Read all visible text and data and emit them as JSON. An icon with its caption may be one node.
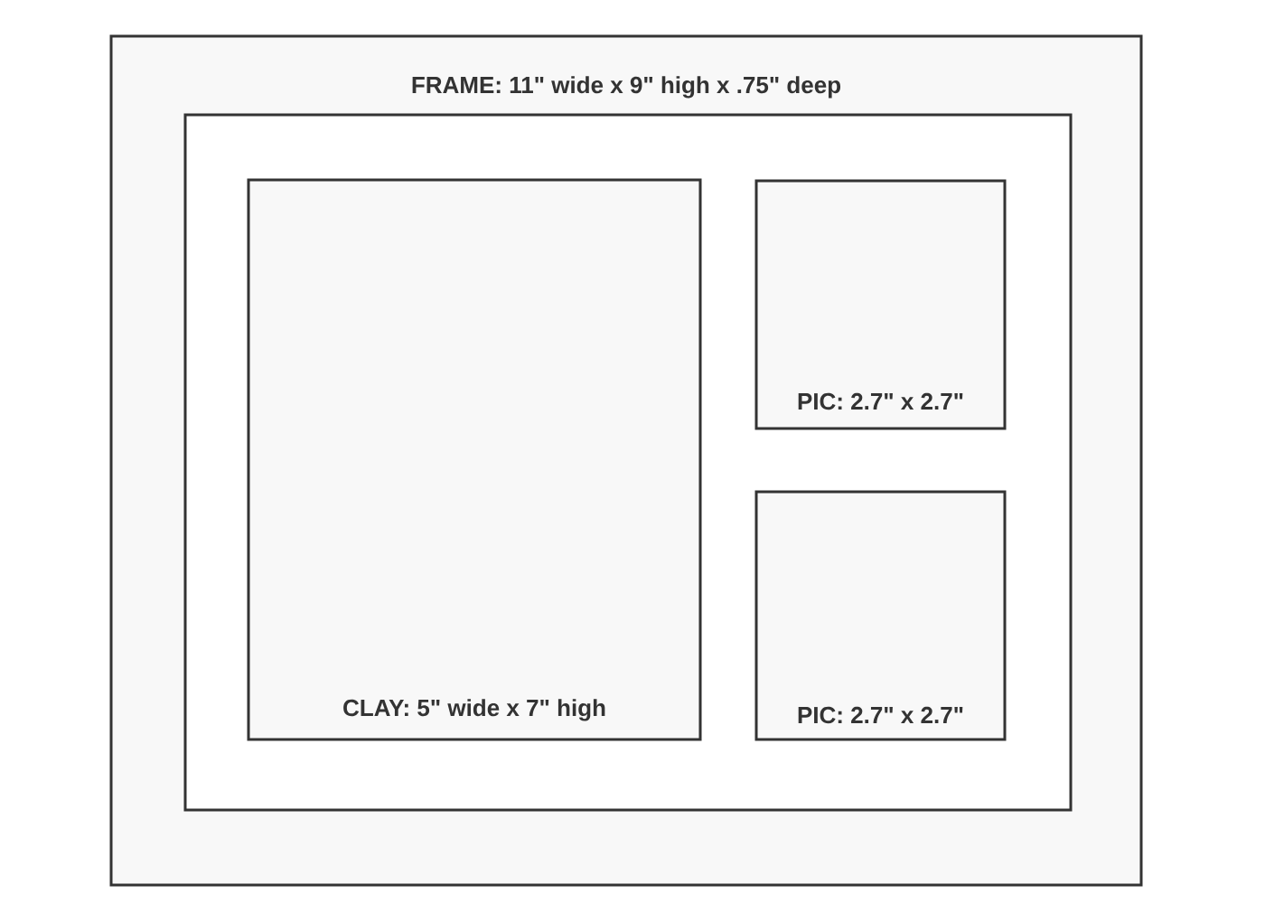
{
  "diagram": {
    "nodes": [
      {
        "text": [
          "FRAME: 11\" wide x 9\" high x .75\" deep"
        ]
      },
      {
        "text": [],
        "shape": "box",
        "in": 0
      },
      {
        "text": [
          "CLAY: 5\" wide x 7\" high"
        ],
        "in": 1
      },
      {
        "text": [
          "PIC: 2.7\" x 2.7\""
        ],
        "in": 1
      },
      {
        "text": [
          "PIC: 2.7\" x 2.7\""
        ],
        "in": 1
      }
    ]
  }
}
